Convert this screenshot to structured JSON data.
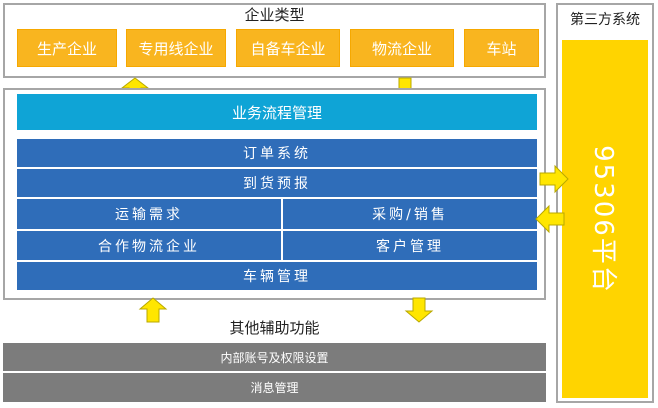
{
  "enterprise": {
    "title": "企业类型",
    "items": [
      "生产企业",
      "专用线企业",
      "自备车企业",
      "物流企业",
      "车站"
    ]
  },
  "business": {
    "header": "业务流程管理",
    "order": "订单系统",
    "arrival": "到货预报",
    "transport": "运输需求",
    "purchase": "采购/销售",
    "partner": "合作物流企业",
    "customer": "客户管理",
    "vehicle": "车辆管理"
  },
  "aux": {
    "title": "其他辅助功能",
    "items": [
      "内部账号及权限设置",
      "消息管理"
    ]
  },
  "third_party": {
    "title": "第三方系统",
    "platform": "95306平台"
  },
  "colors": {
    "enterprise_box": "#f9b51f",
    "header": "#0fa4d6",
    "module": "#2f6db9",
    "aux": "#7c7c7c",
    "platform": "#ffd400",
    "arrow": "#ffe600"
  }
}
